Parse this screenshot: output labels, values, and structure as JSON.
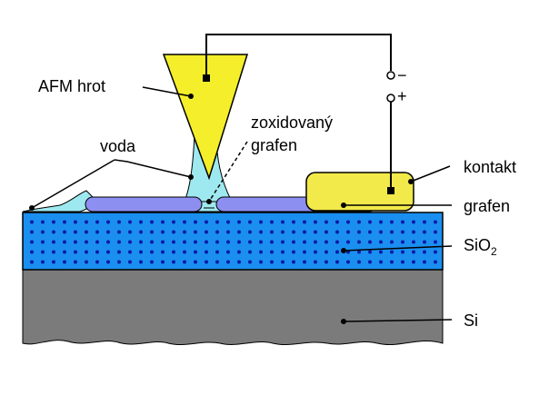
{
  "labels": {
    "afm_tip": "AFM hrot",
    "water": "voda",
    "oxidized_graphene_line1": "zoxidovaný",
    "oxidized_graphene_line2": "grafen",
    "contact": "kontakt",
    "graphene": "grafen",
    "sio2_base": "SiO",
    "sio2_subscript": "2",
    "si": "Si",
    "terminal_negative": "−",
    "terminal_positive": "+"
  },
  "colors": {
    "tip": "#f5ee2a",
    "contact": "#f2e94a",
    "water": "#9ee9ef",
    "graphene": "#8d8ff0",
    "sio2": "#1a8ff0",
    "sio2_dots": "#0b1aa8",
    "si": "#7b7b7b",
    "outline": "#000000"
  }
}
